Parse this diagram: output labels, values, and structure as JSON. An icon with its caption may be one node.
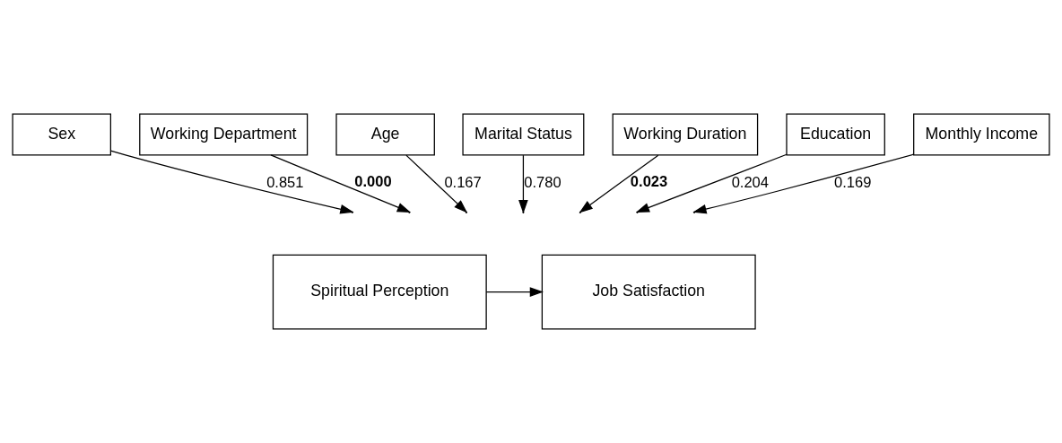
{
  "diagram": {
    "nodes": [
      {
        "text": [
          "Working Department"
        ]
      },
      {
        "text": [
          "Marital Status"
        ]
      },
      {
        "text": [
          "Education"
        ]
      },
      {
        "text": [
          "Sex"
        ]
      },
      {
        "text": [
          "Age"
        ]
      },
      {
        "text": [
          "Working Duration"
        ]
      },
      {
        "text": [
          "Monthly Income"
        ]
      },
      {
        "text": [
          "Spiritual Perception"
        ]
      },
      {
        "text": [
          "Job Satisfaction"
        ]
      }
    ],
    "edges": [
      {
        "from": 3,
        "to": null,
        "arrow": "to",
        "label": "0.851"
      },
      {
        "from": 0,
        "to": null,
        "arrow": "to",
        "label": "**0.000**"
      },
      {
        "from": 4,
        "to": null,
        "arrow": "to",
        "label": "0.167"
      },
      {
        "from": 1,
        "to": null,
        "arrow": "to",
        "label": "0.780"
      },
      {
        "from": 5,
        "to": null,
        "arrow": "to",
        "label": "**0.023**"
      },
      {
        "from": 2,
        "to": null,
        "arrow": "to",
        "label": "0.204"
      },
      {
        "from": 6,
        "to": null,
        "arrow": "to",
        "label": "0.169"
      },
      {
        "from": 7,
        "to": 8,
        "arrow": "to"
      }
    ]
  }
}
